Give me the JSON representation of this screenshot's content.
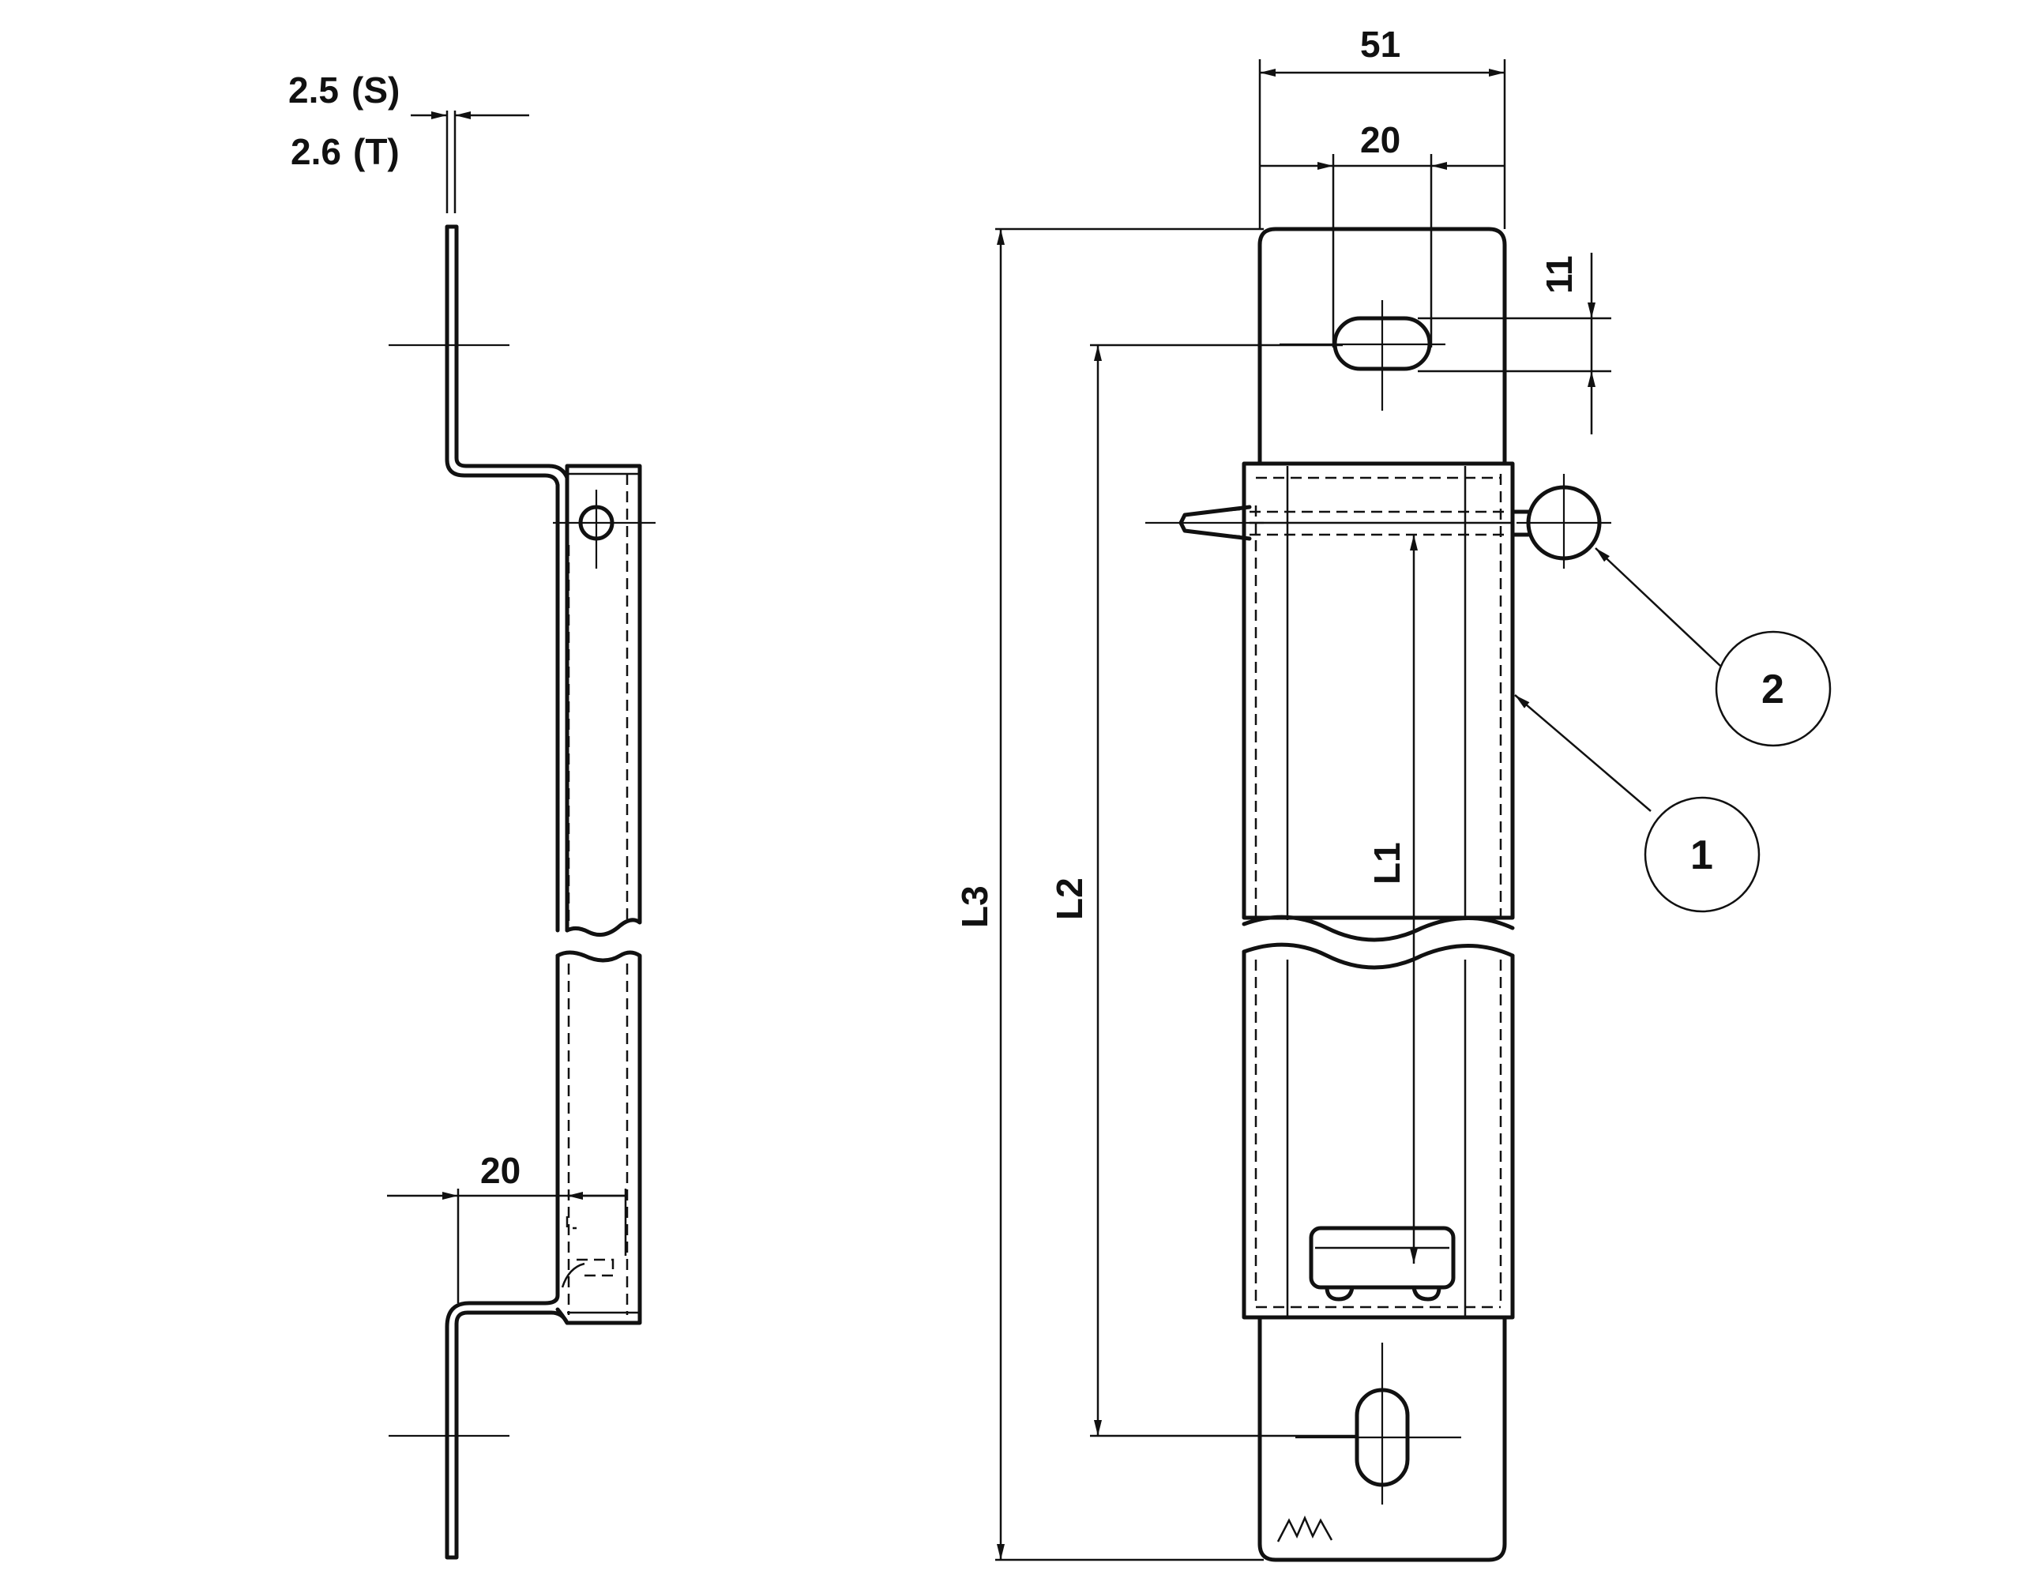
{
  "side_view": {
    "thickness_s": "2.5",
    "thickness_s_suffix": "(S)",
    "thickness_t": "2.6",
    "thickness_t_suffix": "(T)",
    "offset_dim": "20"
  },
  "front_view": {
    "width_dim": "51",
    "slot_spacing_dim": "20",
    "slot_height_dim": "11",
    "length_1": "L1",
    "length_2": "L2",
    "length_3": "L3"
  },
  "callouts": [
    {
      "label": "1"
    },
    {
      "label": "2"
    }
  ],
  "logo_text": "MM"
}
